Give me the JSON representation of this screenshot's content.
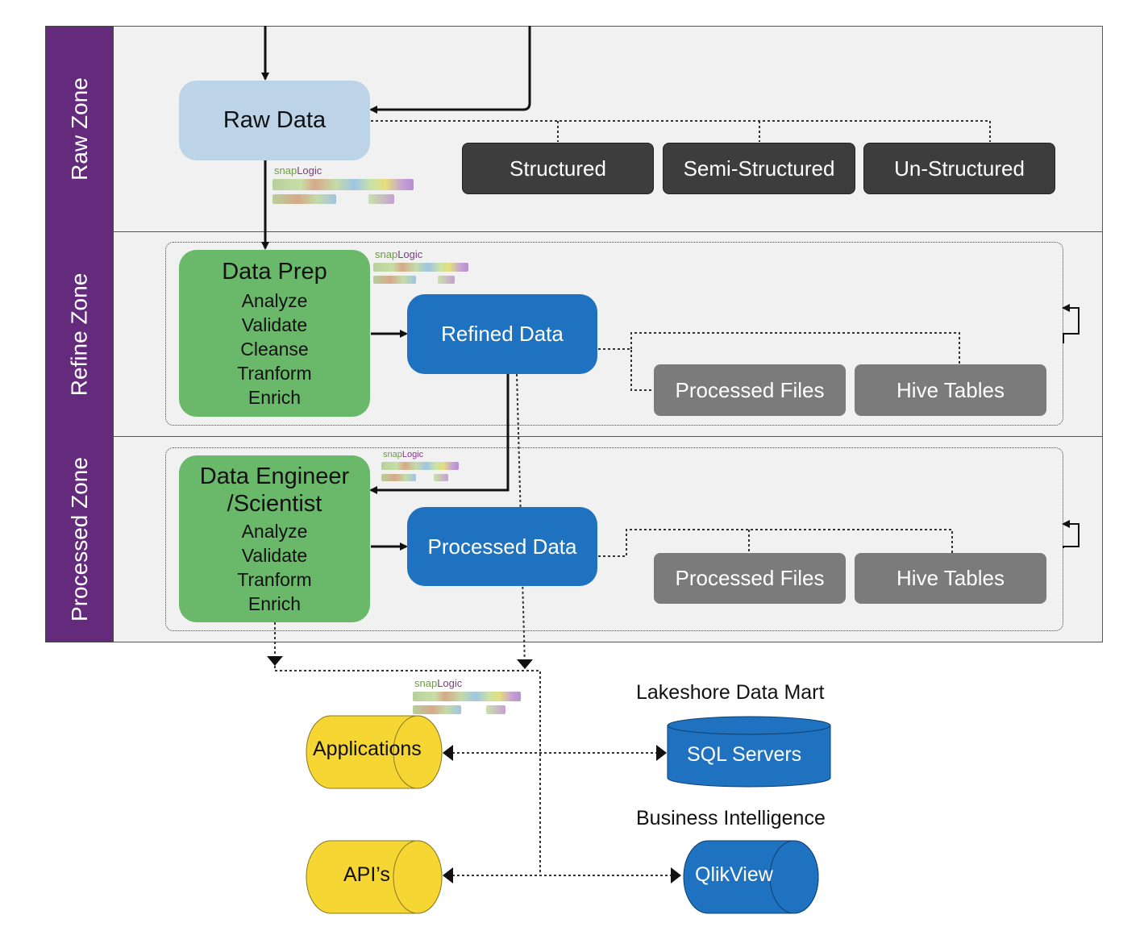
{
  "zones": {
    "raw": "Raw Zone",
    "refine": "Refine Zone",
    "processed": "Processed Zone"
  },
  "raw_zone": {
    "raw_data": "Raw Data",
    "sources": [
      "Structured",
      "Semi-Structured",
      "Un-Structured"
    ]
  },
  "refine_zone": {
    "prep_title": "Data Prep",
    "prep_steps": [
      "Analyze",
      "Validate",
      "Cleanse",
      "Tranform",
      "Enrich"
    ],
    "refined_data": "Refined Data",
    "outputs": [
      "Processed Files",
      "Hive Tables"
    ]
  },
  "processed_zone": {
    "engineer_title_1": "Data Engineer",
    "engineer_title_2": "/Scientist",
    "engineer_steps": [
      "Analyze",
      "Validate",
      "Tranform",
      "Enrich"
    ],
    "processed_data": "Processed Data",
    "outputs": [
      "Processed Files",
      "Hive Tables"
    ]
  },
  "consumers": {
    "applications": "Applications",
    "apis": "API’s",
    "data_mart_caption": "Lakeshore Data Mart",
    "sql_servers": "SQL Servers",
    "bi_caption": "Business Intelligence",
    "qlikview": "QlikView"
  },
  "snaplogic": {
    "logo_a": "snap",
    "logo_b": "Logic"
  },
  "colors": {
    "zone_label": "#642b7c",
    "raw_data": "#bdd4e8",
    "green_node": "#6ab86a",
    "blue_node": "#1f72bf",
    "gray_node": "#7b7b7b",
    "dark_node": "#3d3d3d",
    "yellow_cylinder": "#f5d633"
  }
}
